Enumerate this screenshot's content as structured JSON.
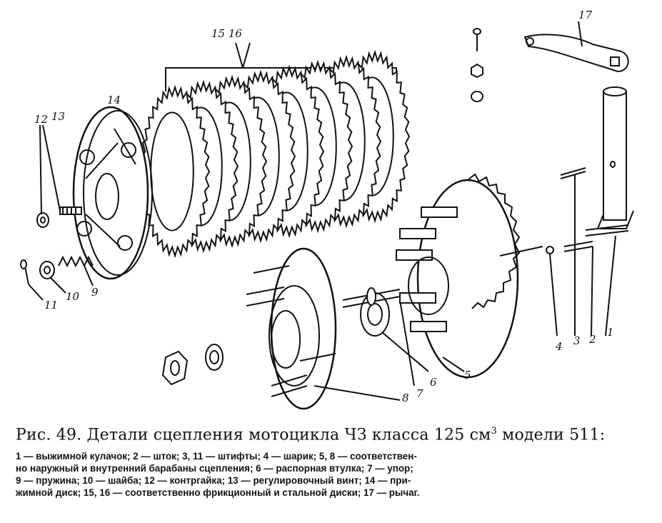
{
  "figure": {
    "labels": {
      "l1": "1",
      "l2": "2",
      "l3": "3",
      "l4": "4",
      "l5": "5",
      "l6": "6",
      "l7": "7",
      "l8": "8",
      "l9": "9",
      "l10": "10",
      "l11": "11",
      "l12": "12",
      "l13": "13",
      "l14": "14",
      "l15_16": "15  16",
      "l17": "17"
    }
  },
  "caption": {
    "title": "Рис. 49. Детали сцепления мотоцикла ЧЗ класса 125 см",
    "title_sup": "3",
    "title_tail": " модели 511:",
    "lines": [
      "1 — выжимной кулачок; 2 — шток; 3, 11 — штифты; 4 — шарик; 5, 8 — соответствен-",
      "но наружный и внутренний барабаны сцепления; 6 — распорная втулка; 7 — упор;",
      "9 — пружина; 10 — шайба; 12 — контргайка; 13 — регулировочный винт; 14 — при-",
      "жимной диск; 15, 16 — соответственно фрикционный и стальной диски; 17 — рычаг."
    ]
  }
}
